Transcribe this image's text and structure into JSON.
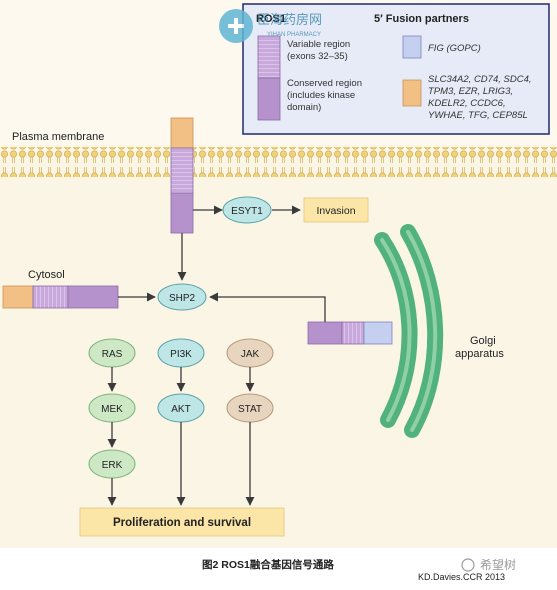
{
  "legend": {
    "ros1_title": "ROS1",
    "fusion_title": "5′ Fusion partners",
    "variable_region": [
      "Variable region",
      "(exons 32–35)"
    ],
    "conserved_region": [
      "Conserved region",
      "(includes kinase",
      "domain)"
    ],
    "fig_partner": "FIG (GOPC)",
    "other_partners": [
      "SLC34A2, CD74, SDC4,",
      "TPM3, EZR, LRIG3,",
      "KDELR2, CCDC6,",
      "YWHAE, TFG, CEP85L"
    ]
  },
  "labels": {
    "plasma_membrane": "Plasma membrane",
    "cytosol": "Cytosol",
    "golgi": [
      "Golgi",
      "apparatus"
    ]
  },
  "nodes": {
    "esyt1": "ESYT1",
    "invasion": "Invasion",
    "shp2": "SHP2",
    "ras": "RAS",
    "mek": "MEK",
    "erk": "ERK",
    "pi3k": "PI3K",
    "akt": "AKT",
    "jak": "JAK",
    "stat": "STAT",
    "outcome": "Proliferation and survival"
  },
  "caption": "图2 ROS1融合基因信号通路",
  "credit": "KD.Davies.CCR 2013",
  "watermark_text": [
    "臣海药房网",
    "YIHAN PHARMACY"
  ],
  "watermark_brand": "希望树",
  "colors": {
    "background": "#fbf5e6",
    "legend_bg": "#e7ebf7",
    "legend_border": "#21286e",
    "membrane_lipid": "#f0d27a",
    "membrane_line": "#c9a84e",
    "ros1_purple": "#b592cc",
    "partner_orange": "#f2bf84",
    "partner_blue": "#c5d0f0",
    "node_green": "#cde8c5",
    "node_teal": "#bfe6e6",
    "node_tan": "#e8d5bf",
    "outcome_fill": "#fbe6a8",
    "golgi_green": "#52b27d"
  }
}
